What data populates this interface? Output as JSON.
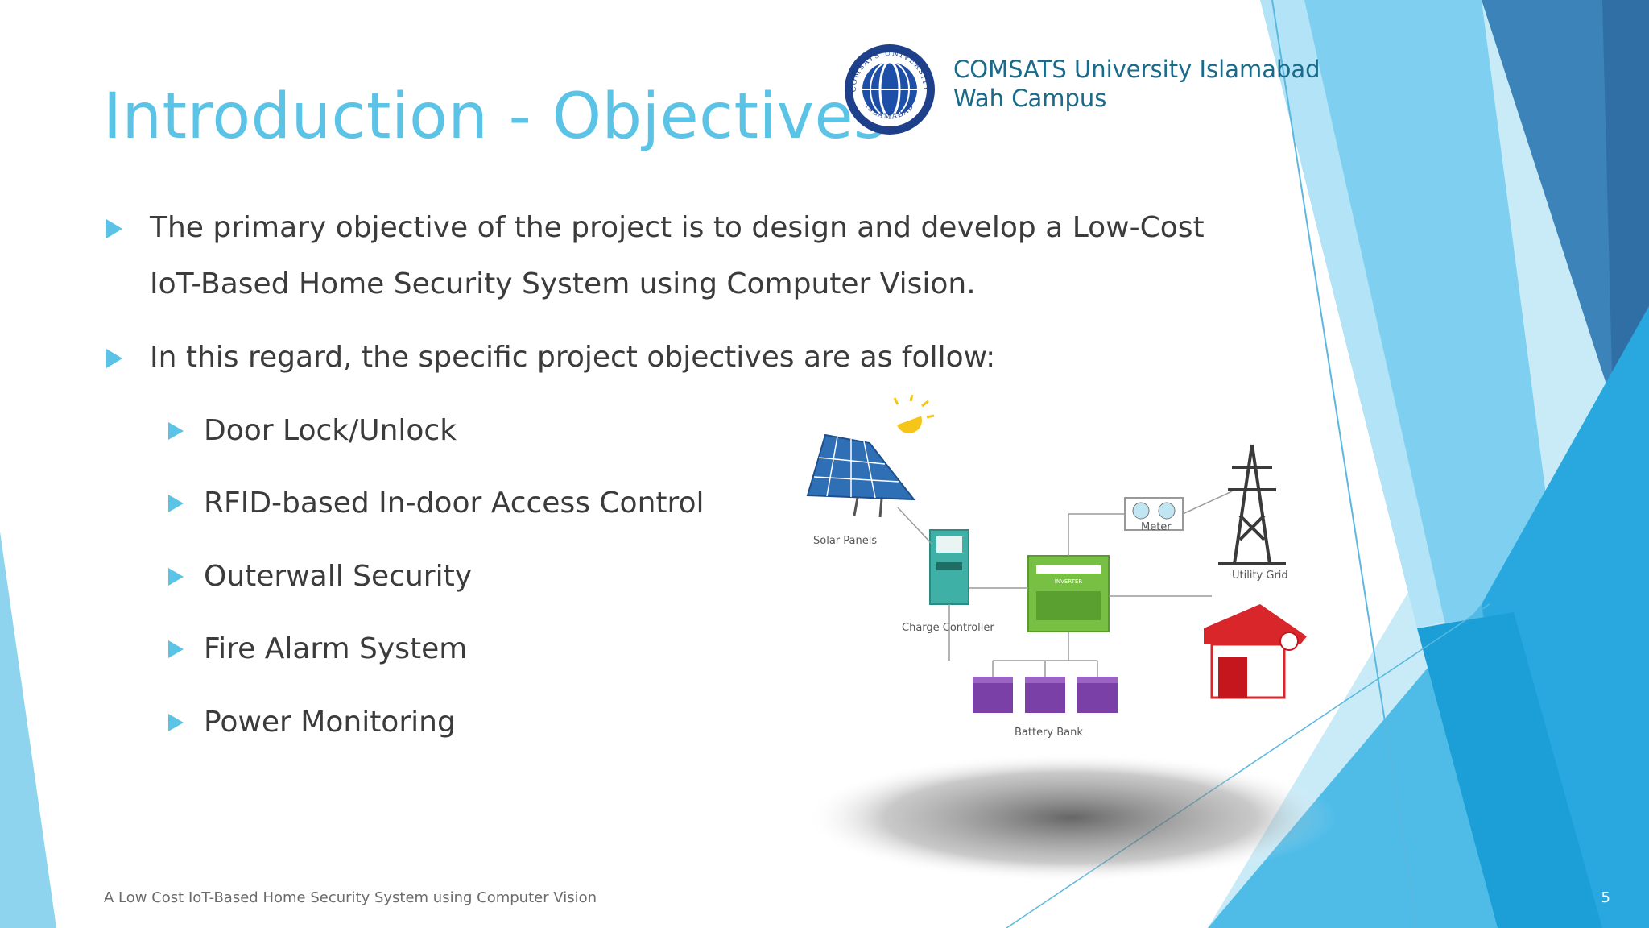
{
  "slide": {
    "title": "Introduction - Objectives",
    "institution": {
      "line1": "COMSATS University Islamabad",
      "line2": "Wah Campus",
      "seal_text_top": "COMSATS UNIVERSITY",
      "seal_text_bottom": "ISLAMABAD"
    },
    "bullets": [
      "The primary objective of the project is to design and develop a Low-Cost IoT-Based Home Security System using Computer Vision.",
      "In this regard, the specific project objectives are as follow:"
    ],
    "sub_bullets": [
      "Door Lock/Unlock",
      "RFID-based In-door Access Control",
      "Outerwall Security",
      "Fire Alarm System",
      "Power Monitoring"
    ],
    "diagram_labels": {
      "solar": "Solar Panels",
      "charge": "Charge Controller",
      "meter": "Meter",
      "grid": "Utility Grid",
      "battery": "Battery Bank",
      "inverter": "INVERTER"
    },
    "footer": "A Low Cost IoT-Based Home Security System using Computer Vision",
    "page_number": "5"
  },
  "colors": {
    "accent": "#5ac3e6",
    "text": "#3b3b3b",
    "institution": "#1a6a8a",
    "deep_blue": "#1e4f8a"
  }
}
